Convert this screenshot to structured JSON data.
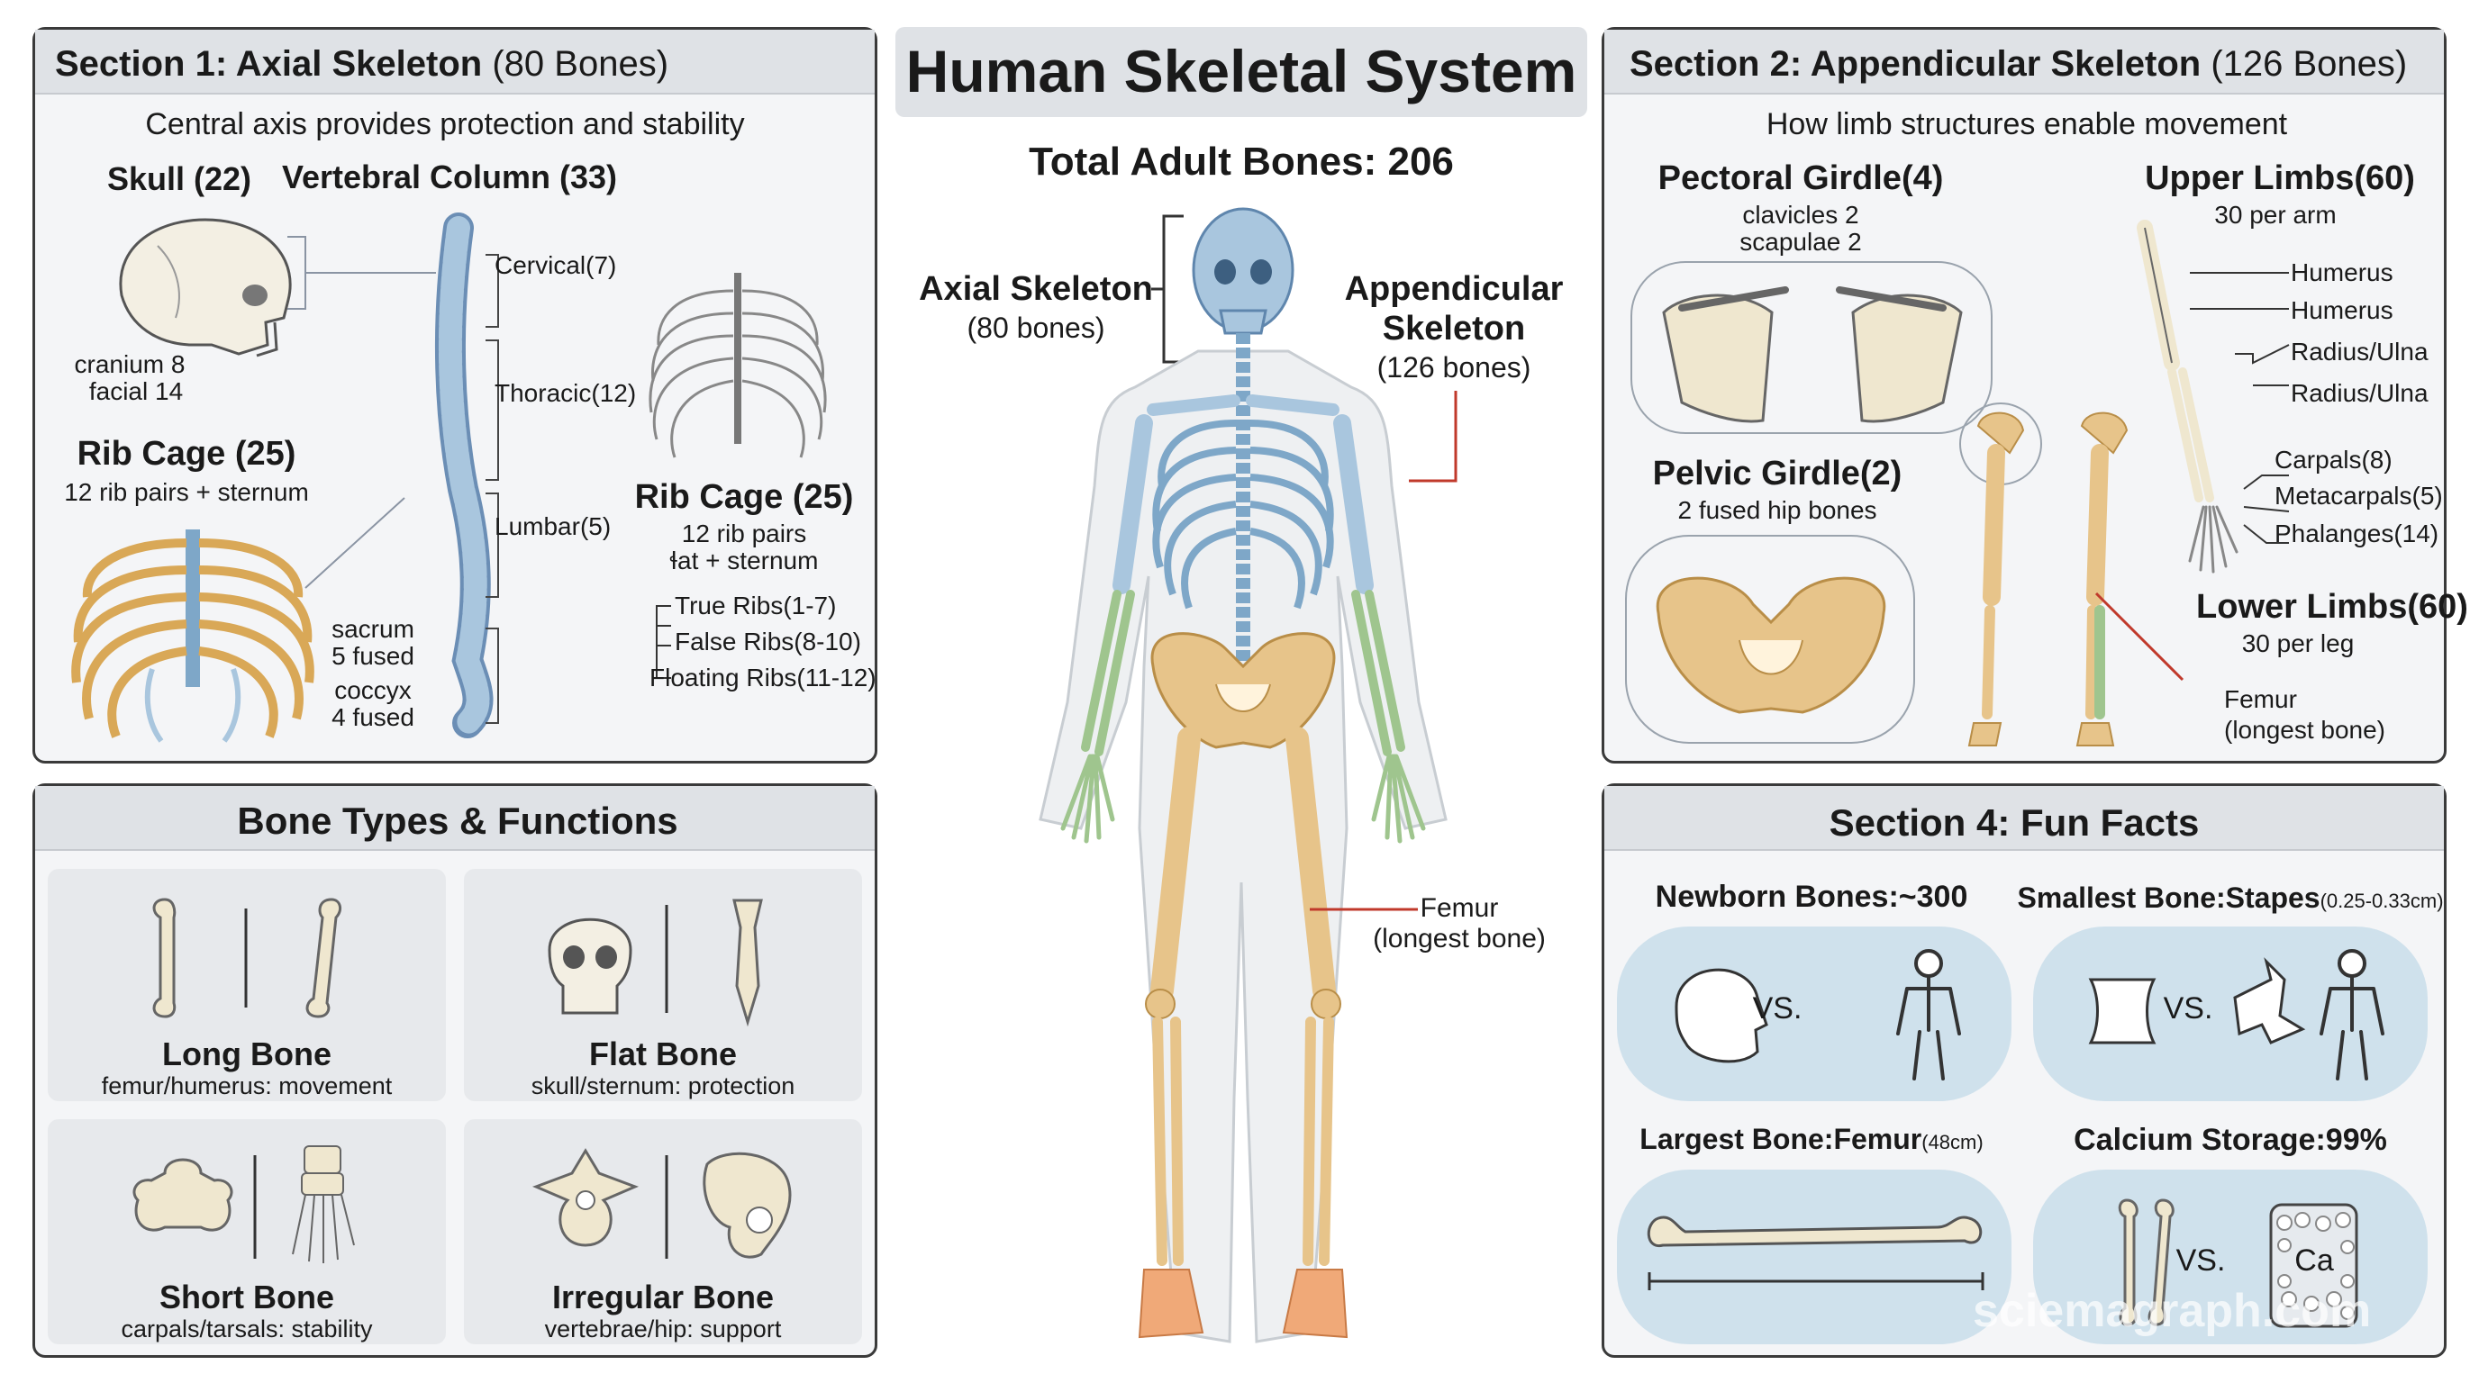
{
  "title": "Human Skeletal System",
  "total_label": "Total Adult Bones: 206",
  "center": {
    "axial_title": "Axial Skeleton",
    "axial_count": "(80 bones)",
    "app_title_1": "Appendicular",
    "app_title_2": "Skeleton",
    "app_count": "(126 bones)",
    "femur": "Femur",
    "femur_sub": "(longest bone)"
  },
  "section1": {
    "title_bold": "Section 1: Axial Skeleton",
    "title_rest": "(80 Bones)",
    "subtitle": "Central axis provides protection and stability",
    "skull_title": "Skull (22)",
    "skull_l1": "cranium 8",
    "skull_l2": "facial 14",
    "vertebral_title": "Vertebral Column (33)",
    "cervical": "Cervical(7)",
    "thoracic": "Thoracic(12)",
    "lumbar": "Lumbar(5)",
    "sacrum_1": "sacrum",
    "sacrum_2": "5 fused",
    "coccyx_1": "coccyx",
    "coccyx_2": "4 fused",
    "rib1_title": "Rib Cage (25)",
    "rib1_sub": "12 rib pairs + sternum",
    "rib2_title": "Rib Cage (25)",
    "rib2_l1": "12 rib pairs",
    "rib2_l2": "ɬat + sternum",
    "true_ribs": "True Ribs(1-7)",
    "false_ribs": "False Ribs(8-10)",
    "floating_ribs": "Floating Ribs(11-12)"
  },
  "section2": {
    "title_bold": "Section 2: Appendicular Skeleton",
    "title_rest": "(126 Bones)",
    "subtitle": "How limb structures enable movement",
    "pectoral_title": "Pectoral Girdle(4)",
    "pectoral_l1": "clavicles 2",
    "pectoral_l2": "scapulae 2",
    "upper_title": "Upper Limbs(60)",
    "upper_sub": "30 per arm",
    "humerus_1": "Humerus",
    "humerus_2": "Humerus",
    "radius_1": "Radius/Ulna",
    "radius_2": "Radius/Ulna",
    "carpals": "Carpals(8)",
    "metacarpals": "Metacarpals(5)",
    "phalanges": "Phalanges(14)",
    "pelvic_title": "Pelvic Girdle(2)",
    "pelvic_sub": "2 fused hip bones",
    "lower_title": "Lower Limbs(60)",
    "lower_sub": "30 per leg",
    "femur": "Femur",
    "femur_sub": "(longest bone)"
  },
  "section3": {
    "title": "Bone Types & Functions",
    "long_title": "Long Bone",
    "long_desc": "femur/humerus: movement",
    "flat_title": "Flat Bone",
    "flat_desc": "skull/sternum: protection",
    "short_title": "Short Bone",
    "short_desc": "carpals/tarsals: stability",
    "irregular_title": "Irregular Bone",
    "irregular_desc": "vertebrae/hip: support"
  },
  "section4": {
    "title": "Section 4: Fun Facts",
    "newborn": "Newborn Bones:~300",
    "smallest": "Smallest Bone:Stapes",
    "smallest_small": "(0.25-0.33cm)",
    "largest": "Largest Bone:Femur",
    "largest_small": "(48cm)",
    "calcium": "Calcium Storage:99%",
    "vs": "VS.",
    "ca": "Ca"
  },
  "watermark": "sciemagraph.com",
  "colors": {
    "axial": "#a9c6de",
    "appendicular": "#e7c48a",
    "distal_limb": "#9fc58e",
    "bone": "#efe7cf",
    "leader_red": "#c0392b",
    "bubble": "#cfe1ec"
  }
}
